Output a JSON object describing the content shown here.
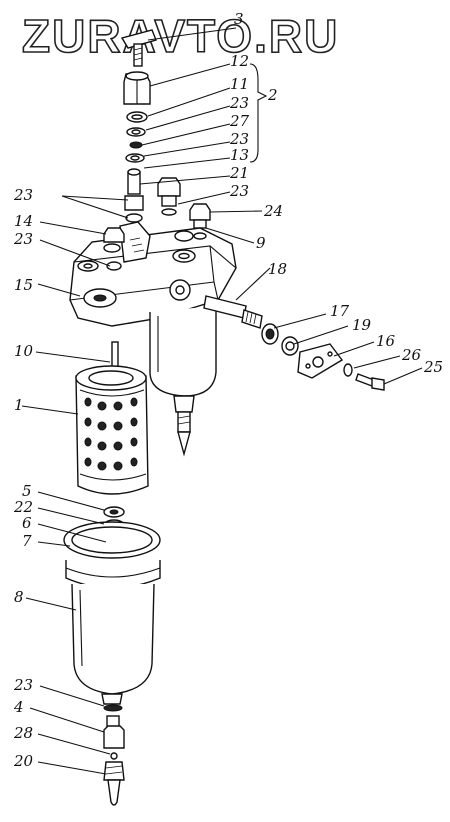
{
  "watermark": "ZURAVTO.RU",
  "labels": {
    "l3": "3",
    "l12": "12",
    "l11": "11",
    "l23a": "23",
    "l27": "27",
    "l23b": "23",
    "l13": "13",
    "l2": "2",
    "l21": "21",
    "l23c": "23",
    "l23d": "23",
    "l24": "24",
    "l14": "14",
    "l23e": "23",
    "l9": "9",
    "l18": "18",
    "l15": "15",
    "l17": "17",
    "l19": "19",
    "l16": "16",
    "l26": "26",
    "l25": "25",
    "l10": "10",
    "l1": "1",
    "l5": "5",
    "l22": "22",
    "l6": "6",
    "l7": "7",
    "l8": "8",
    "l23f": "23",
    "l4": "4",
    "l28": "28",
    "l20": "20"
  }
}
